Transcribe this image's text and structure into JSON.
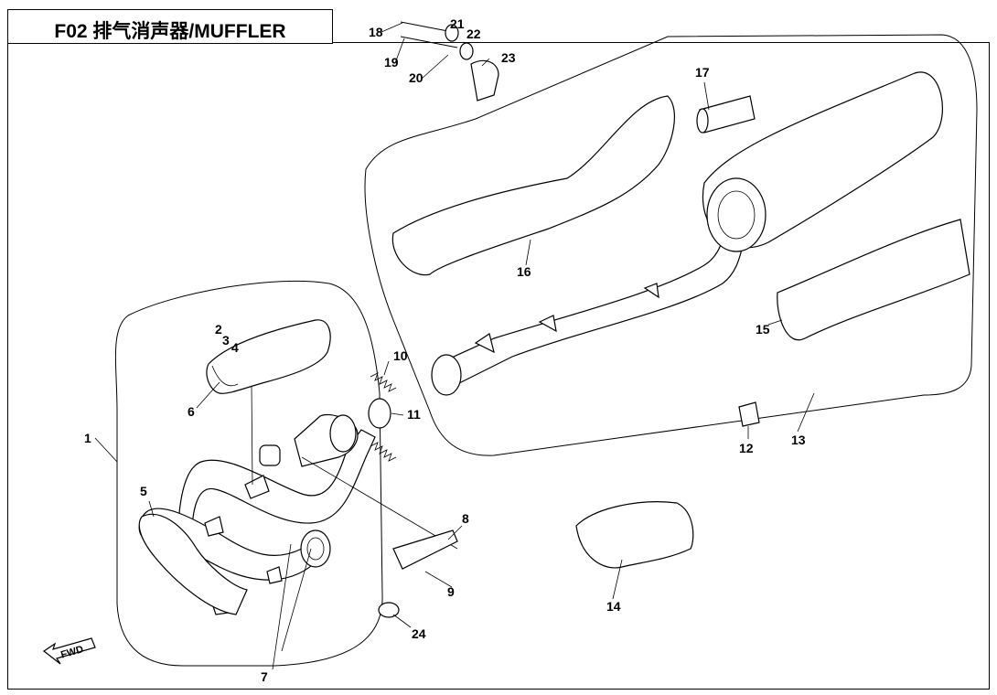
{
  "title": "F02 排气消声器/MUFFLER",
  "fwd_label": "FWD",
  "callouts": [
    {
      "id": "c1",
      "text": "1"
    },
    {
      "id": "c2",
      "text": "2"
    },
    {
      "id": "c3",
      "text": "3"
    },
    {
      "id": "c4",
      "text": "4"
    },
    {
      "id": "c5",
      "text": "5"
    },
    {
      "id": "c6",
      "text": "6"
    },
    {
      "id": "c7",
      "text": "7"
    },
    {
      "id": "c8",
      "text": "8"
    },
    {
      "id": "c9",
      "text": "9"
    },
    {
      "id": "c10",
      "text": "10"
    },
    {
      "id": "c11",
      "text": "11"
    },
    {
      "id": "c12",
      "text": "12"
    },
    {
      "id": "c13",
      "text": "13"
    },
    {
      "id": "c14",
      "text": "14"
    },
    {
      "id": "c15",
      "text": "15"
    },
    {
      "id": "c16",
      "text": "16"
    },
    {
      "id": "c17",
      "text": "17"
    },
    {
      "id": "c18",
      "text": "18"
    },
    {
      "id": "c19",
      "text": "19"
    },
    {
      "id": "c20",
      "text": "20"
    },
    {
      "id": "c21",
      "text": "21"
    },
    {
      "id": "c22",
      "text": "22"
    },
    {
      "id": "c23",
      "text": "23"
    },
    {
      "id": "c24",
      "text": "24"
    }
  ]
}
